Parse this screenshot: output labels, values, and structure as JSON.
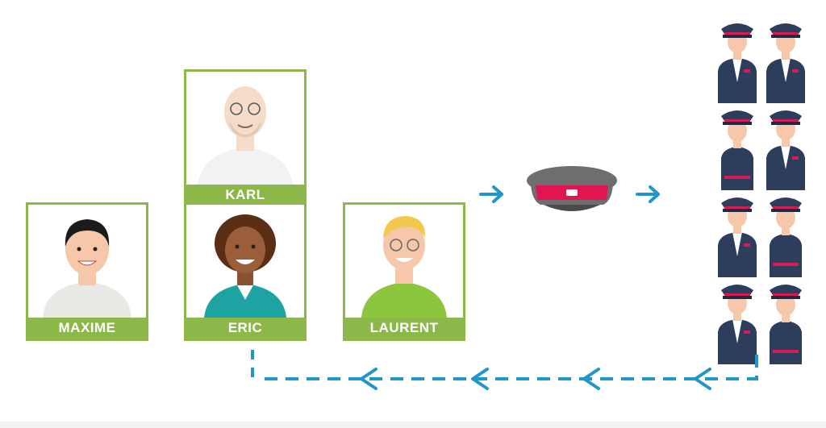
{
  "people": [
    {
      "name": "MAXIME"
    },
    {
      "name": "KARL"
    },
    {
      "name": "ERIC"
    },
    {
      "name": "LAURENT"
    }
  ],
  "colors": {
    "card_border": "#8cb84a",
    "arrow": "#2196c8",
    "uniform": "#2c3e5c",
    "accent": "#d81b52"
  }
}
